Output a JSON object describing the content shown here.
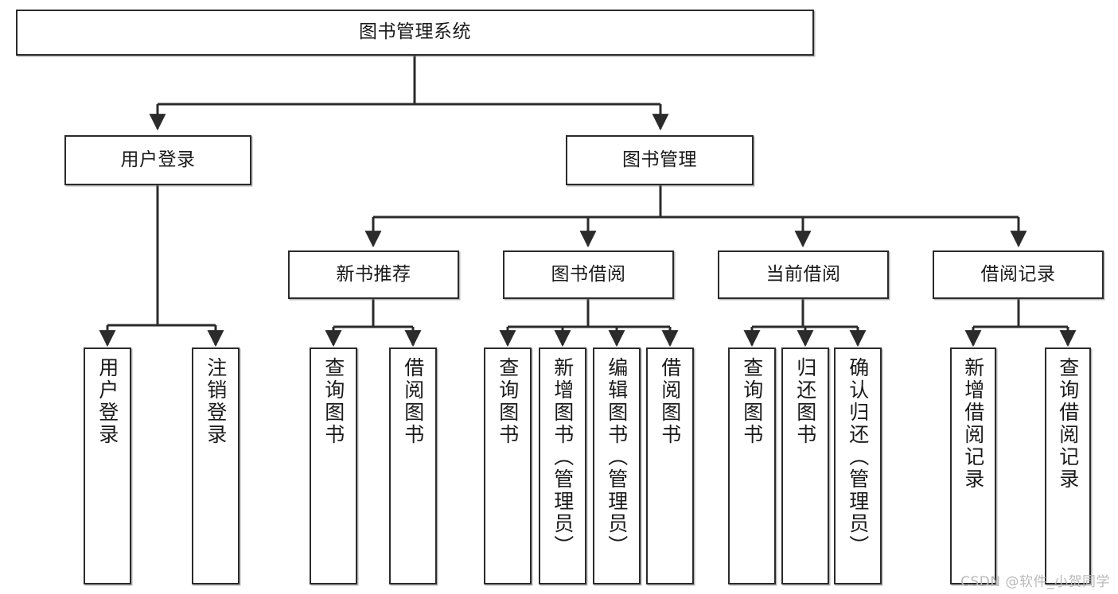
{
  "diagram": {
    "type": "tree-hierarchy",
    "title": "图书管理系统",
    "watermark": "CSDN @软件_小贺同学",
    "colors": {
      "stroke": "#2b2b2b",
      "fill": "#ffffff",
      "text": "#1a1a1a",
      "watermark": "#b9b9b9"
    },
    "levels": {
      "root": {
        "label": "图书管理系统"
      },
      "level2": [
        {
          "label": "用户登录"
        },
        {
          "label": "图书管理"
        }
      ],
      "level3": [
        {
          "label": "新书推荐"
        },
        {
          "label": "图书借阅"
        },
        {
          "label": "当前借阅"
        },
        {
          "label": "借阅记录"
        }
      ]
    },
    "leaves": {
      "user_login": [
        {
          "label": "用户登录"
        },
        {
          "label": "注销登录"
        }
      ],
      "new_book_recommend": [
        {
          "label": "查询图书"
        },
        {
          "label": "借阅图书"
        }
      ],
      "book_borrow": [
        {
          "label": "查询图书"
        },
        {
          "label": "新增图书（管理员）"
        },
        {
          "label": "编辑图书（管理员）"
        },
        {
          "label": "借阅图书"
        }
      ],
      "current_borrow": [
        {
          "label": "查询图书"
        },
        {
          "label": "归还图书"
        },
        {
          "label": "确认归还（管理员）"
        }
      ],
      "borrow_record": [
        {
          "label": "新增借阅记录"
        },
        {
          "label": "查询借阅记录"
        }
      ]
    }
  }
}
